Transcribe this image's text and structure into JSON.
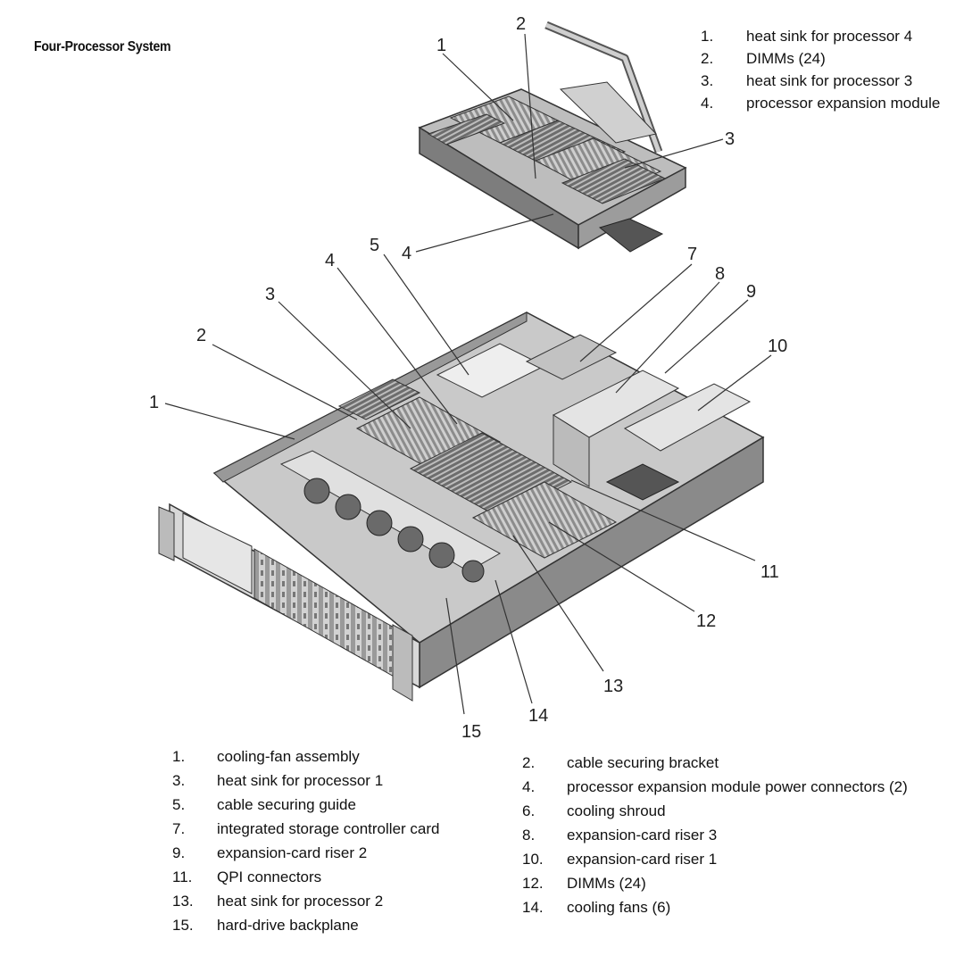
{
  "title": "Four-Processor System",
  "top_legend": [
    {
      "num": "1.",
      "label": "heat sink for processor 4"
    },
    {
      "num": "2.",
      "label": "DIMMs (24)"
    },
    {
      "num": "3.",
      "label": "heat sink for processor 3"
    },
    {
      "num": "4.",
      "label": "processor expansion module"
    }
  ],
  "bottom_left_legend": [
    {
      "num": "1.",
      "label": "cooling-fan assembly"
    },
    {
      "num": "3.",
      "label": "heat sink for processor 1"
    },
    {
      "num": "5.",
      "label": "cable securing guide"
    },
    {
      "num": "7.",
      "label": "integrated storage controller card"
    },
    {
      "num": "9.",
      "label": "expansion-card riser 2"
    },
    {
      "num": "11.",
      "label": "QPI connectors"
    },
    {
      "num": "13.",
      "label": "heat sink for processor 2"
    },
    {
      "num": "15.",
      "label": "hard-drive backplane"
    }
  ],
  "bottom_right_legend": [
    {
      "num": "2.",
      "label": "cable securing bracket"
    },
    {
      "num": "4.",
      "label": "processor expansion module power connectors (2)"
    },
    {
      "num": "6.",
      "label": "cooling shroud"
    },
    {
      "num": "8.",
      "label": "expansion-card riser 3"
    },
    {
      "num": "10.",
      "label": "expansion-card riser 1"
    },
    {
      "num": "12.",
      "label": "DIMMs (24)"
    },
    {
      "num": "14.",
      "label": "cooling fans (6)"
    }
  ],
  "module_callouts": [
    "1",
    "2",
    "3",
    "4"
  ],
  "system_callouts": [
    "1",
    "2",
    "3",
    "4",
    "5",
    "7",
    "8",
    "9",
    "10",
    "11",
    "12",
    "13",
    "14",
    "15"
  ],
  "colors": {
    "metal_light": "#d9d9d9",
    "metal_mid": "#a8a8a8",
    "metal_dark": "#555555",
    "text": "#111111"
  }
}
